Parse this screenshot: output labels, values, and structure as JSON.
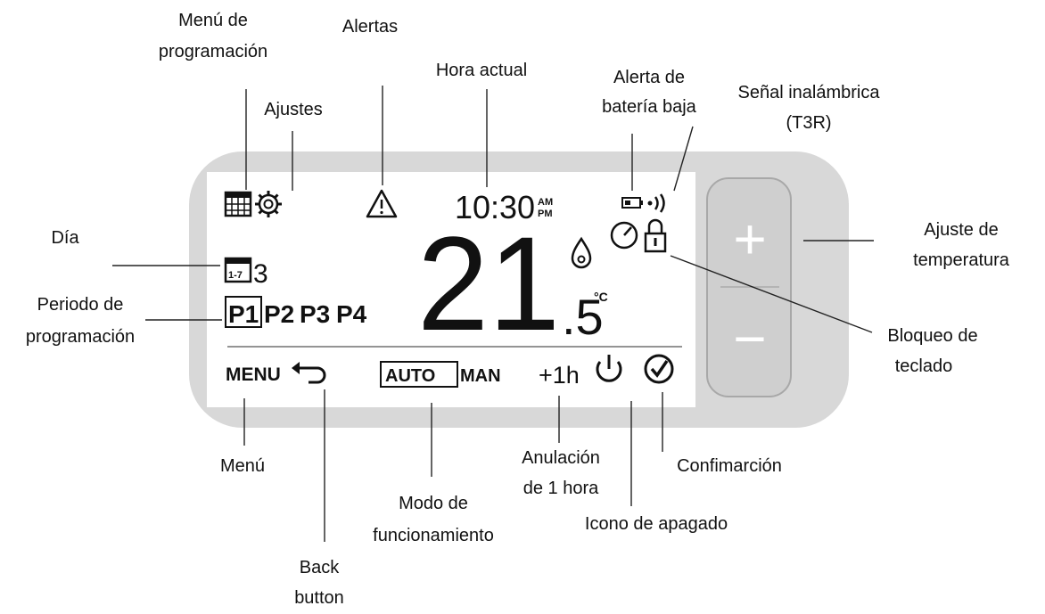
{
  "device": {
    "display": {
      "clock_digits": "10:30",
      "am_label": "AM",
      "pm_label": "PM",
      "day_range_label": "1-7",
      "day_number": "3",
      "temperature_main": "21",
      "temperature_decimal": ".5",
      "temperature_unit": "°C",
      "period_labels": [
        "P1",
        "P2",
        "P3",
        "P4"
      ],
      "menu_label": "MENU",
      "auto_label": "AUTO",
      "man_label": "MAN",
      "override_label": "+1h"
    },
    "buttons": {
      "plus_symbol": "+",
      "minus_symbol": "−"
    }
  },
  "callouts": {
    "programming_menu_line1": "Menú de",
    "programming_menu_line2": "programación",
    "alerts": "Alertas",
    "settings": "Ajustes",
    "current_time": "Hora actual",
    "low_battery_line1": "Alerta de",
    "low_battery_line2": "batería baja",
    "wireless_line1": "Señal inalámbrica",
    "wireless_line2": "(T3R)",
    "day": "Día",
    "temperature_adjust_line1": "Ajuste de",
    "temperature_adjust_line2": "temperatura",
    "period_line1": "Periodo de",
    "period_line2": "programación",
    "keypad_lock_line1": "Bloqueo de",
    "keypad_lock_line2": "teclado",
    "menu": "Menú",
    "override_line1": "Anulación",
    "override_line2": "de 1 hora",
    "confirmation": "Confimarción",
    "operating_mode_line1": "Modo de",
    "operating_mode_line2": "funcionamiento",
    "off_icon": "Icono de apagado",
    "back_line1": "Back",
    "back_line2": "button"
  },
  "icons": [
    "calendar-icon",
    "gear-icon",
    "warning-icon",
    "battery-icon",
    "wireless-signal-icon",
    "flame-icon",
    "gauge-icon",
    "lock-icon",
    "back-arrow-icon",
    "power-icon",
    "check-icon"
  ]
}
